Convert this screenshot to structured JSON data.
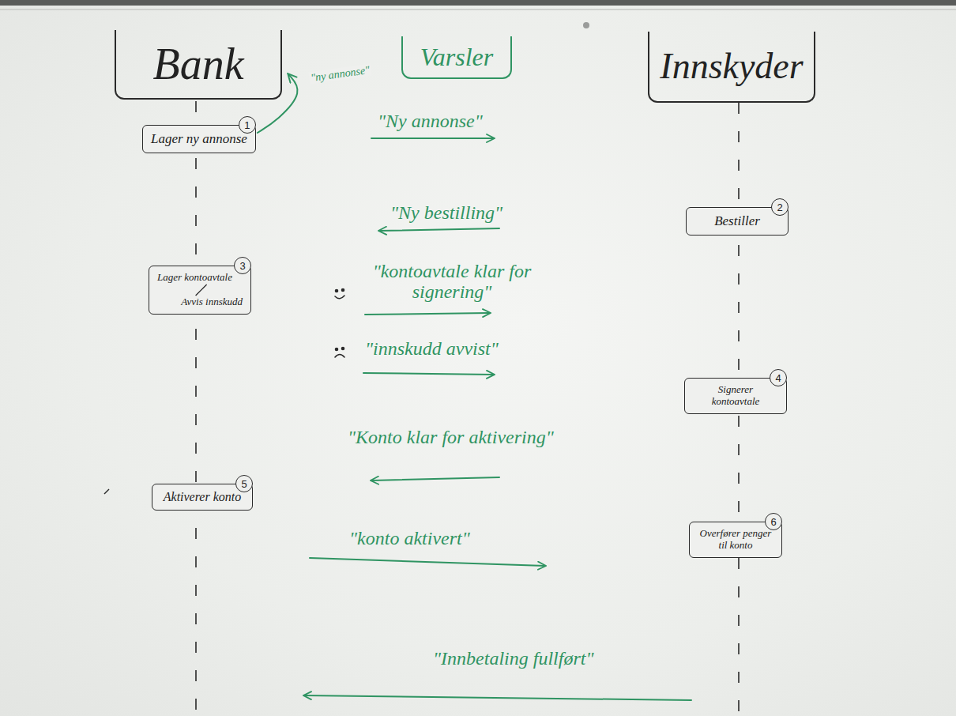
{
  "diagram": {
    "nodes": [
      {
        "text": [
          "Bank"
        ]
      },
      {
        "text": [
          "Varsler"
        ]
      },
      {
        "text": [
          "Innskyder"
        ]
      },
      {
        "text": [
          "Lager ny annonse"
        ]
      },
      {
        "text": [
          "Bestiller"
        ]
      },
      {
        "text": [
          "Lager kontoavtale",
          "Avvis innskudd"
        ]
      },
      {
        "text": [
          "Signerer kontoavtale"
        ]
      },
      {
        "text": [
          "Aktiverer konto"
        ]
      },
      {
        "text": [
          "Overfører penger til konto"
        ]
      }
    ],
    "edges": [
      {
        "from": 3,
        "to": 0,
        "arrow": "to",
        "label": "\"ny annonse\""
      }
    ],
    "labels": [
      "1",
      "\"Ny annonse\"",
      "2",
      "\"Ny bestilling\"",
      "3",
      "\"kontoavtale klar for signering\"",
      "\"innskudd avvist\"",
      "4",
      "\"Konto klar for aktivering\"",
      "5",
      "\"konto aktivert\"",
      "6",
      "\"Innbetaling fullført\""
    ]
  }
}
